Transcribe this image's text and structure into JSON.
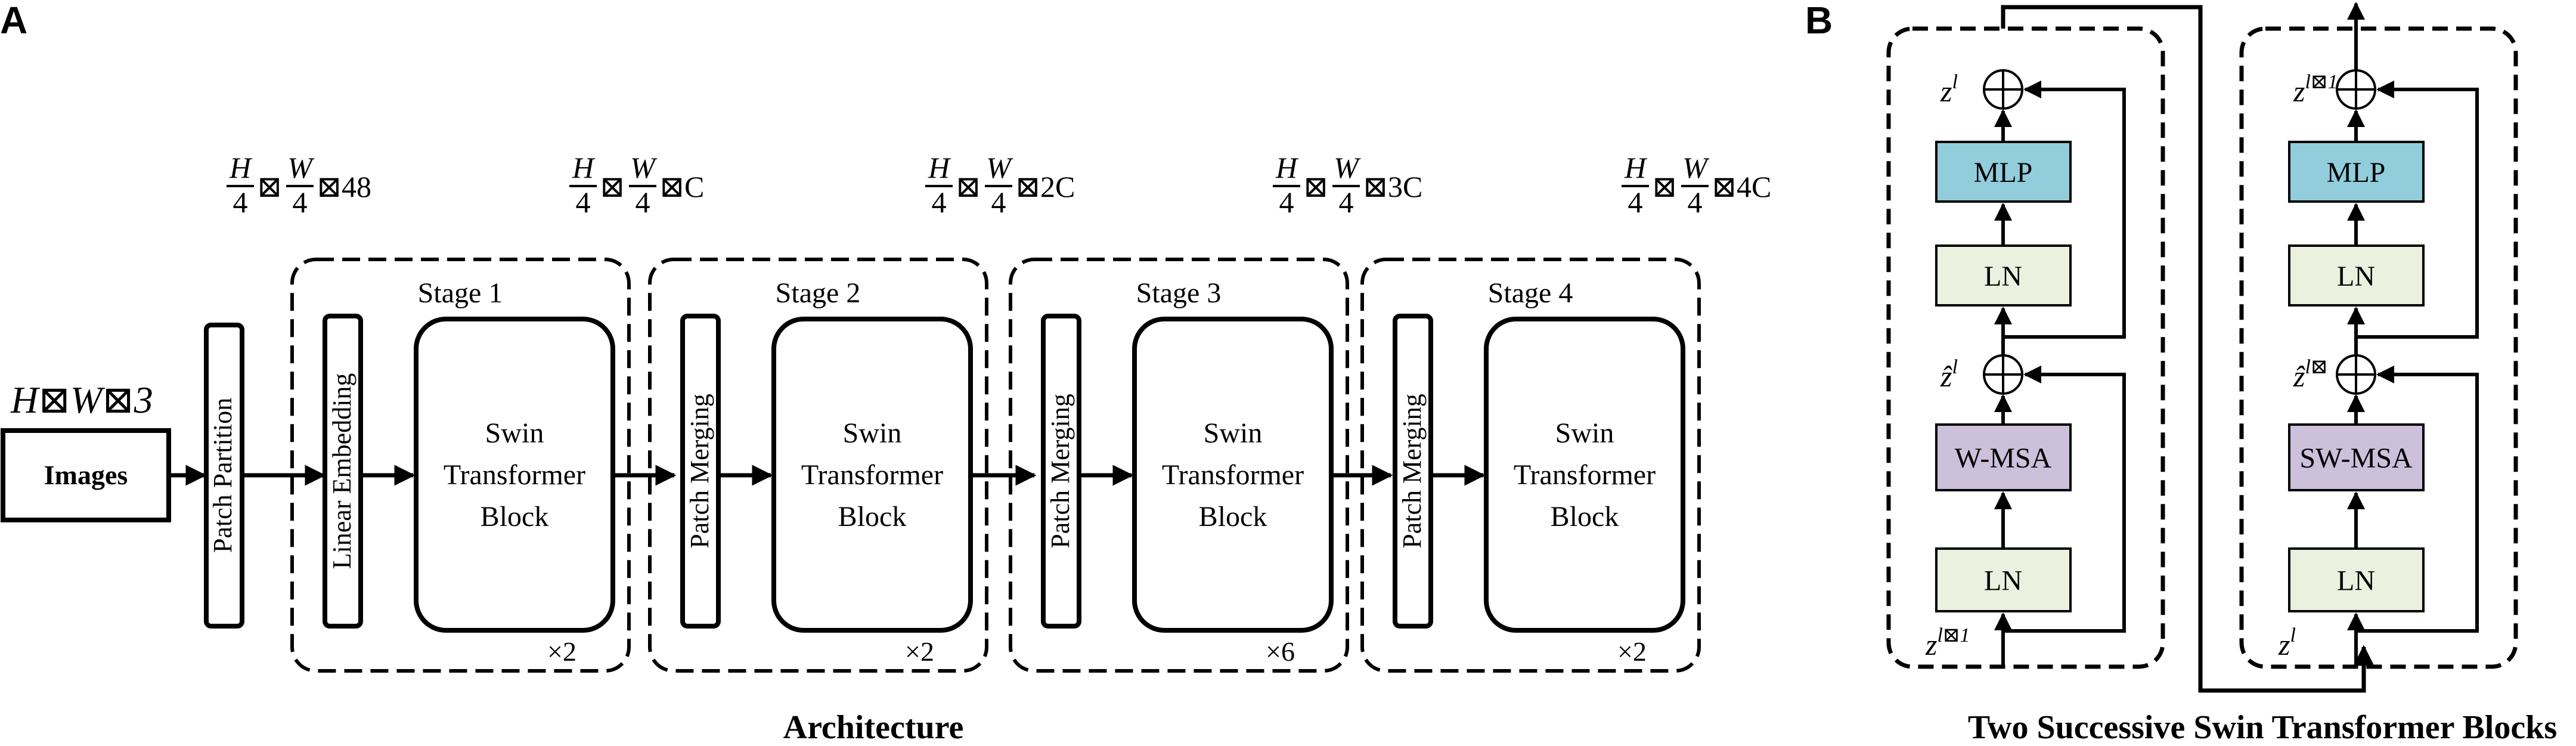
{
  "panel_a": {
    "letter": "A",
    "caption": "Architecture",
    "input_dim": "H⊠W⊠3",
    "images_label": "Images",
    "patch_partition": "Patch Partition",
    "dims": [
      {
        "num1": "H",
        "den1": "4",
        "num2": "W",
        "den2": "4",
        "suffix": "48"
      },
      {
        "num1": "H",
        "den1": "4",
        "num2": "W",
        "den2": "4",
        "suffix": "C"
      },
      {
        "num1": "H",
        "den1": "4",
        "num2": "W",
        "den2": "4",
        "suffix": "2C"
      },
      {
        "num1": "H",
        "den1": "4",
        "num2": "W",
        "den2": "4",
        "suffix": "3C"
      },
      {
        "num1": "H",
        "den1": "4",
        "num2": "W",
        "den2": "4",
        "suffix": "4C"
      }
    ],
    "stages": [
      {
        "label": "Stage 1",
        "first_block": "Linear Embedding",
        "block_line1": "Swin",
        "block_line2": "Transformer",
        "block_line3": "Block",
        "repeat": "×2"
      },
      {
        "label": "Stage 2",
        "first_block": "Patch Merging",
        "block_line1": "Swin",
        "block_line2": "Transformer",
        "block_line3": "Block",
        "repeat": "×2"
      },
      {
        "label": "Stage 3",
        "first_block": "Patch Merging",
        "block_line1": "Swin",
        "block_line2": "Transformer",
        "block_line3": "Block",
        "repeat": "×6"
      },
      {
        "label": "Stage 4",
        "first_block": "Patch Merging",
        "block_line1": "Swin",
        "block_line2": "Transformer",
        "block_line3": "Block",
        "repeat": "×2"
      }
    ]
  },
  "panel_b": {
    "letter": "B",
    "caption": "Two Successive Swin Transformer Blocks",
    "blocks": [
      {
        "mlp": "MLP",
        "ln_top": "LN",
        "msa": "W-MSA",
        "ln_bottom": "LN",
        "z_out": "z",
        "z_out_sup": "l",
        "z_mid": "ẑ",
        "z_mid_sup": "l",
        "z_in": "z",
        "z_in_sup": "l⊠1"
      },
      {
        "mlp": "MLP",
        "ln_top": "LN",
        "msa": "SW-MSA",
        "ln_bottom": "LN",
        "z_out": "z",
        "z_out_sup": "l⊠1",
        "z_mid": "ẑ",
        "z_mid_sup": "l⊠",
        "z_in": "z",
        "z_in_sup": "l"
      }
    ]
  },
  "colors": {
    "mlp_fill": "#92cddc",
    "ln_fill": "#ebf1de",
    "msa_fill": "#ccc0da",
    "stroke": "#000000"
  }
}
